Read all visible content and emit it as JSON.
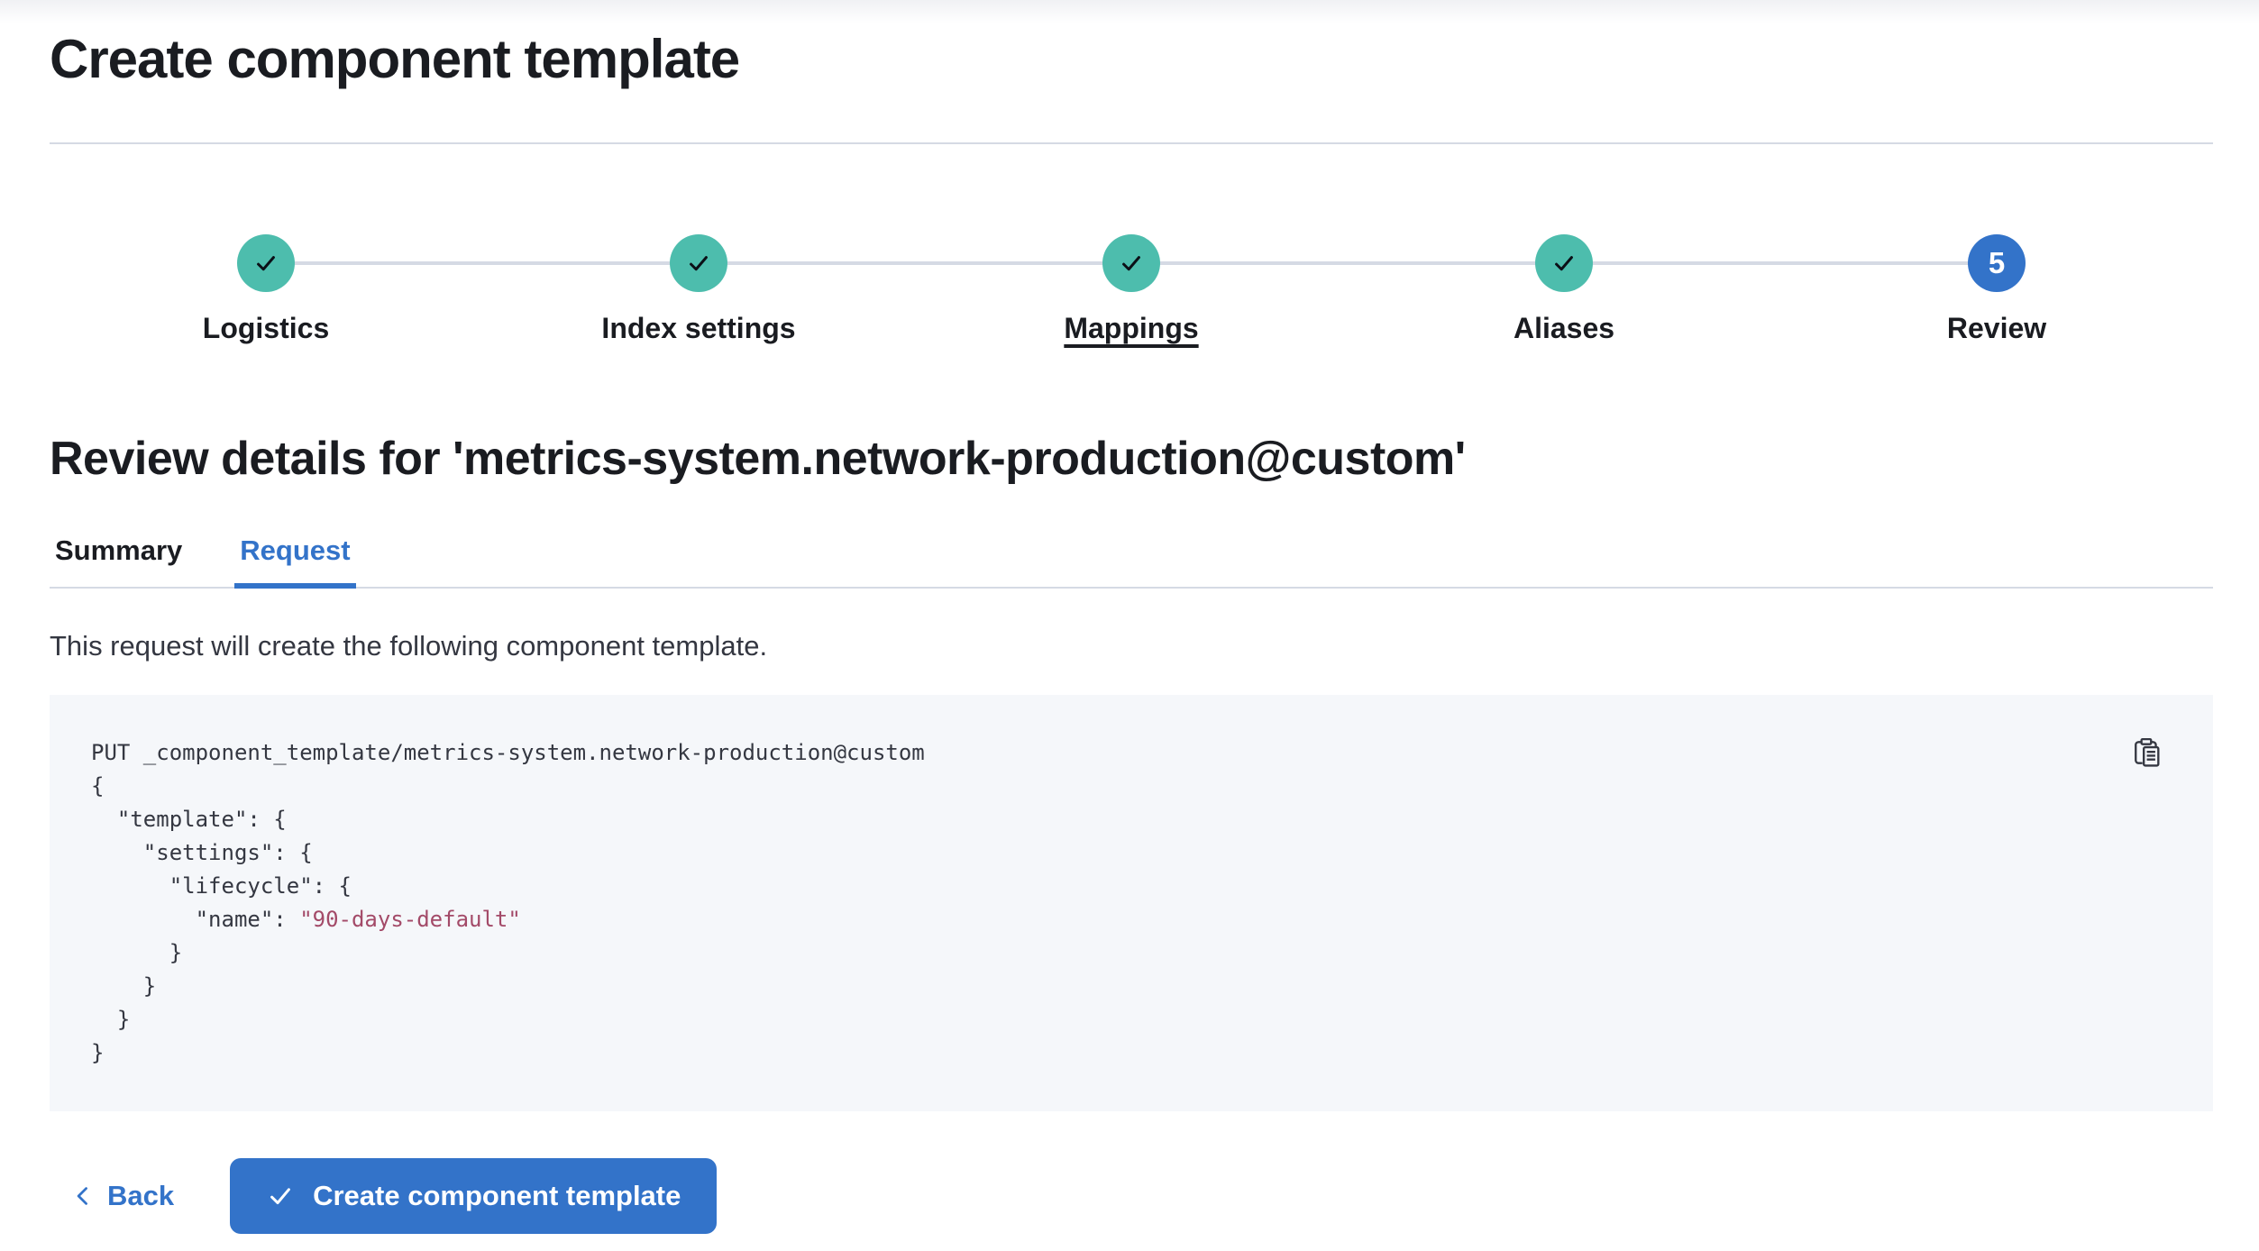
{
  "page": {
    "title": "Create component template"
  },
  "stepper": {
    "steps": [
      {
        "label": "Logistics",
        "status": "complete",
        "icon": "check-icon"
      },
      {
        "label": "Index settings",
        "status": "complete",
        "icon": "check-icon"
      },
      {
        "label": "Mappings",
        "status": "complete",
        "icon": "check-icon",
        "underlined": true
      },
      {
        "label": "Aliases",
        "status": "complete",
        "icon": "check-icon"
      },
      {
        "label": "Review",
        "status": "current",
        "number": "5"
      }
    ]
  },
  "review": {
    "heading": "Review details for 'metrics-system.network-production@custom'",
    "tabs": [
      {
        "label": "Summary",
        "active": false
      },
      {
        "label": "Request",
        "active": true
      }
    ],
    "description": "This request will create the following component template."
  },
  "code": {
    "copy_icon": "copy-clipboard-icon",
    "lines": [
      {
        "text": "PUT _component_template/metrics-system.network-production@custom"
      },
      {
        "text": "{"
      },
      {
        "text": "  \"template\": {"
      },
      {
        "text": "    \"settings\": {"
      },
      {
        "text": "      \"lifecycle\": {"
      },
      {
        "text": "        \"name\": ",
        "string": "\"90-days-default\""
      },
      {
        "text": "      }"
      },
      {
        "text": "    }"
      },
      {
        "text": "  }"
      },
      {
        "text": "}"
      }
    ]
  },
  "footer": {
    "back_label": "Back",
    "create_label": "Create component template"
  },
  "colors": {
    "primary": "#3373c9",
    "success_teal": "#4dbdad",
    "divider": "#d5dae4",
    "code_bg": "#f5f7fa",
    "code_text": "#343741",
    "code_string": "#a34a68",
    "text": "#1a1c21",
    "body_text": "#343741"
  }
}
